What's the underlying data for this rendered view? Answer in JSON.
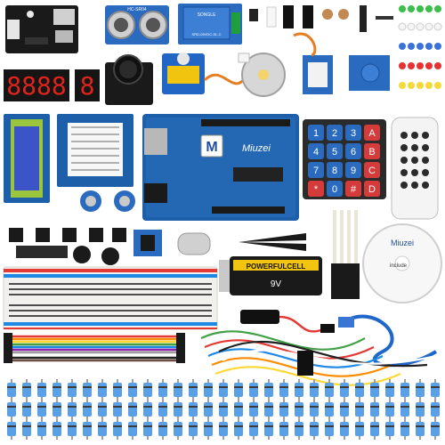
{
  "scene": {
    "background": "#ffffff",
    "accent_blue": "#1f4fa3",
    "board_blue": "#1d5fa8",
    "sensor_blue": "#2a6bc0",
    "pcb_red": "#c3342f",
    "lcd_green": "#9bc53d",
    "segment_red": "#e0241b",
    "breadboard_white": "#f2f1ee",
    "battery_black": "#1a1a1a",
    "battery_yellow": "#f1c40f"
  },
  "labels": {
    "ultrasonic": "HC-SR04",
    "relay": "SRD-05VDC-SL-C",
    "relay_brand": "SONGLE",
    "segment4": "8888",
    "segment1": "8",
    "board_logo": "M",
    "board_brand": "Miuzei",
    "keypad_keys": [
      "1",
      "2",
      "3",
      "A",
      "4",
      "5",
      "6",
      "B",
      "7",
      "8",
      "9",
      "C",
      "*",
      "0",
      "#",
      "D"
    ],
    "battery_top": "POWERFULCELL",
    "battery_voltage": "9V",
    "disc_brand": "Miuzei",
    "disc_text": "include"
  }
}
